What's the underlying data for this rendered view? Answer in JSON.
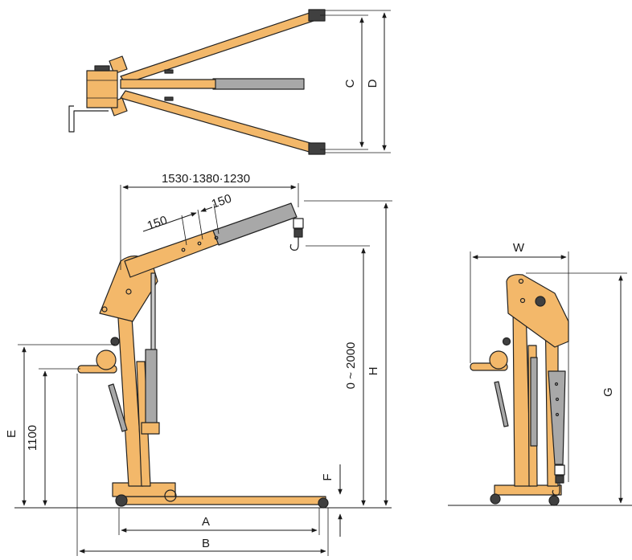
{
  "colors": {
    "frame": "#F3B86A",
    "frame_dark": "#E49B45",
    "gray": "#A8A8A8",
    "dark": "#404040",
    "line": "#1a1a1a"
  },
  "labels": {
    "C": "C",
    "D": "D",
    "reach": "1530·1380·1230",
    "step1": "150",
    "step2": "150",
    "lift": "0 ~ 2000",
    "H": "H",
    "E": "E",
    "h1100": "1100",
    "F": "F",
    "A": "A",
    "B": "B",
    "W": "W",
    "G": "G"
  }
}
